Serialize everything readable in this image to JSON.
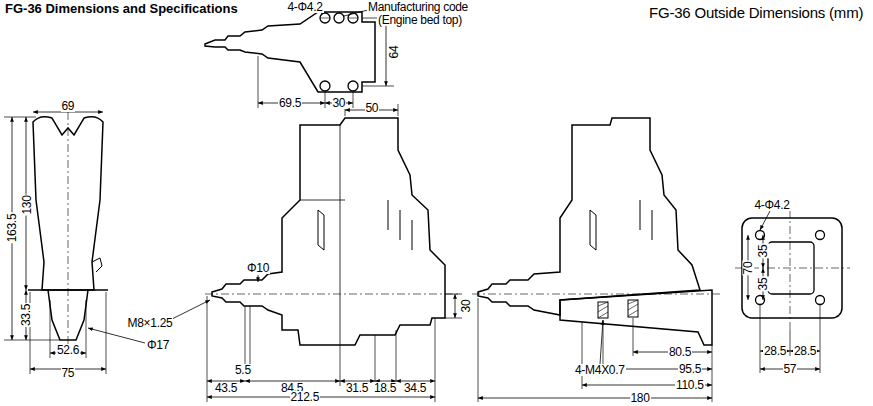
{
  "diagram": {
    "title": "FG-36 Dimensions and Specifications",
    "caption": "FG-36 Outside Dimensions (mm)",
    "labels": [
      "4-Φ4.2",
      "Manufacturing code",
      "(Engine bed top)",
      "64",
      "69.5",
      "30",
      "69",
      "163.5",
      "130",
      "33.5",
      "52.6",
      "Φ17",
      "75",
      "50",
      "M8×1.25",
      "Φ10",
      "30",
      "5.5",
      "43.5",
      "84.5",
      "31.5",
      "18.5",
      "34.5",
      "212.5",
      "4-M4X0.7",
      "80.5",
      "95.5",
      "110.5",
      "180",
      "4-Φ4.2",
      "35",
      "70",
      "35",
      "28.5",
      "28.5",
      "57"
    ]
  }
}
